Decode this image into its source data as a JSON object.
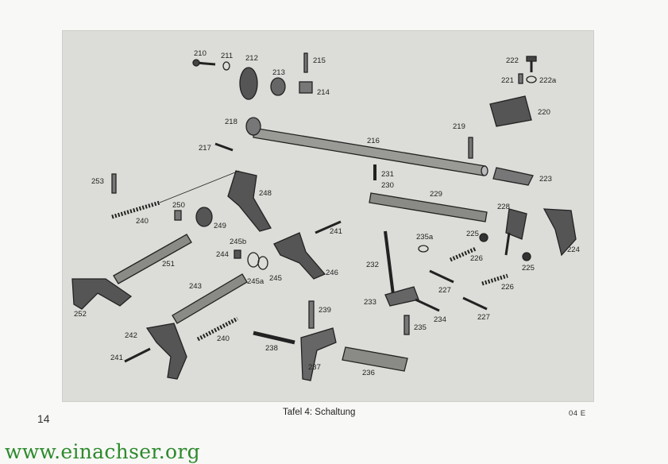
{
  "caption": "Tafel 4: Schaltung",
  "code": "04 E",
  "page_number": "14",
  "website": "www.einachser.org",
  "colors": {
    "website": "#2d8a2d",
    "plate": "#dcdcd8"
  },
  "labels": [
    "210",
    "211",
    "212",
    "213",
    "215",
    "214",
    "222",
    "221",
    "222a",
    "220",
    "218",
    "216",
    "219",
    "217",
    "231",
    "230",
    "223",
    "253",
    "248",
    "229",
    "250",
    "228",
    "240",
    "249",
    "241",
    "225",
    "235a",
    "245b",
    "244",
    "232",
    "226",
    "251",
    "245a",
    "245",
    "246",
    "224",
    "225",
    "227",
    "233",
    "226",
    "243",
    "239",
    "227",
    "252",
    "234",
    "235",
    "242",
    "240",
    "238",
    "241",
    "237",
    "236"
  ]
}
